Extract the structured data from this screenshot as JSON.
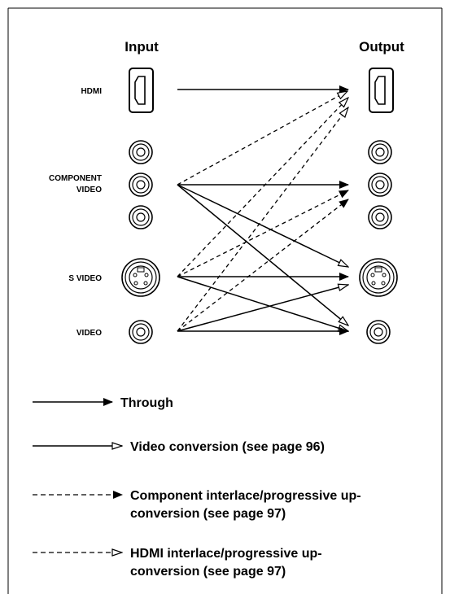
{
  "headers": {
    "input": "Input",
    "output": "Output"
  },
  "signals": {
    "hdmi": "HDMI",
    "component_line1": "COMPONENT",
    "component_line2": "VIDEO",
    "svideo": "S VIDEO",
    "video": "VIDEO"
  },
  "legend": [
    {
      "style": "solid-filled",
      "lines": [
        "Through"
      ]
    },
    {
      "style": "solid-open",
      "lines": [
        "Video conversion (see page 96)"
      ]
    },
    {
      "style": "dashed-filled",
      "lines": [
        "Component interlace/progressive up-",
        "conversion (see page 97)"
      ]
    },
    {
      "style": "dashed-open",
      "lines": [
        "HDMI interlace/progressive up-",
        "conversion (see page 97)"
      ]
    }
  ],
  "connections": [
    {
      "from": "HDMI",
      "to": "HDMI",
      "type": "through"
    },
    {
      "from": "COMPONENT VIDEO",
      "to": "HDMI",
      "type": "hdmi-upconversion"
    },
    {
      "from": "COMPONENT VIDEO",
      "to": "COMPONENT VIDEO",
      "type": "through"
    },
    {
      "from": "COMPONENT VIDEO",
      "to": "S VIDEO",
      "type": "video-conversion"
    },
    {
      "from": "COMPONENT VIDEO",
      "to": "VIDEO",
      "type": "video-conversion"
    },
    {
      "from": "S VIDEO",
      "to": "HDMI",
      "type": "hdmi-upconversion"
    },
    {
      "from": "S VIDEO",
      "to": "COMPONENT VIDEO",
      "type": "component-upconversion"
    },
    {
      "from": "S VIDEO",
      "to": "S VIDEO",
      "type": "through"
    },
    {
      "from": "S VIDEO",
      "to": "VIDEO",
      "type": "video-conversion"
    },
    {
      "from": "VIDEO",
      "to": "HDMI",
      "type": "hdmi-upconversion"
    },
    {
      "from": "VIDEO",
      "to": "COMPONENT VIDEO",
      "type": "component-upconversion"
    },
    {
      "from": "VIDEO",
      "to": "S VIDEO",
      "type": "video-conversion"
    },
    {
      "from": "VIDEO",
      "to": "VIDEO",
      "type": "through"
    }
  ]
}
